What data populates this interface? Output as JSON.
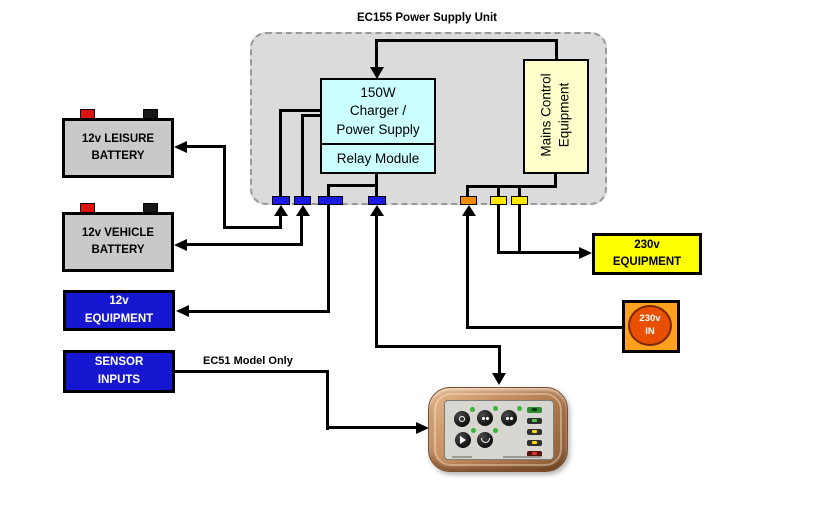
{
  "title": "EC155 Power Supply Unit",
  "psu": {
    "charger_line1": "150W",
    "charger_line2": "Charger /",
    "charger_line3": "Power Supply",
    "relay_label": "Relay Module",
    "mains_line1": "Mains Control",
    "mains_line2": "Equipment"
  },
  "boxes": {
    "leisure_battery": {
      "line1": "12v LEISURE",
      "line2": "BATTERY"
    },
    "vehicle_battery": {
      "line1": "12v VEHICLE",
      "line2": "BATTERY"
    },
    "equipment_12v": {
      "line1": "12v",
      "line2": "EQUIPMENT"
    },
    "sensor_inputs": {
      "line1": "SENSOR",
      "line2": "INPUTS"
    },
    "equipment_230v": {
      "line1": "230v",
      "line2": "EQUIPMENT"
    },
    "mains_in_230v": {
      "line1": "230v",
      "line2": "IN"
    }
  },
  "notes": {
    "ec51": "EC51 Model Only"
  },
  "colors": {
    "psu_fill": "#dbdbdb",
    "charger_fill": "#ccffff",
    "mains_fill": "#ffffcc",
    "battery_fill": "#c9c9c9",
    "blue_box": "#1717d2",
    "yellow_box": "#ffff00",
    "orange_box": "#ffa11e",
    "orange_inner": "#e94f00",
    "terminal_red": "#dd1111",
    "terminal_black": "#161616",
    "wire": "#000000"
  },
  "connectors": [
    {
      "name": "blue-connector-1",
      "color": "#1a1ae0"
    },
    {
      "name": "blue-connector-2",
      "color": "#1a1ae0"
    },
    {
      "name": "blue-connector-3",
      "color": "#1a1ae0"
    },
    {
      "name": "blue-connector-4",
      "color": "#1a1ae0"
    },
    {
      "name": "orange-connector",
      "color": "#f08c00"
    },
    {
      "name": "yellow-connector-1",
      "color": "#ffe800"
    },
    {
      "name": "yellow-connector-2",
      "color": "#ffe800"
    }
  ],
  "panel": {
    "led_colors": [
      "green",
      "green",
      "yellow",
      "yellow",
      "red"
    ],
    "leds": [
      {
        "bg": "#2e8b32",
        "dot": "#0b3b0f"
      },
      {
        "bg": "#303030",
        "dot": "#3ecf3e"
      },
      {
        "bg": "#303030",
        "dot": "#ffd700"
      },
      {
        "bg": "#303030",
        "dot": "#ffd700"
      },
      {
        "bg": "#551010",
        "dot": "#e03030"
      }
    ]
  }
}
